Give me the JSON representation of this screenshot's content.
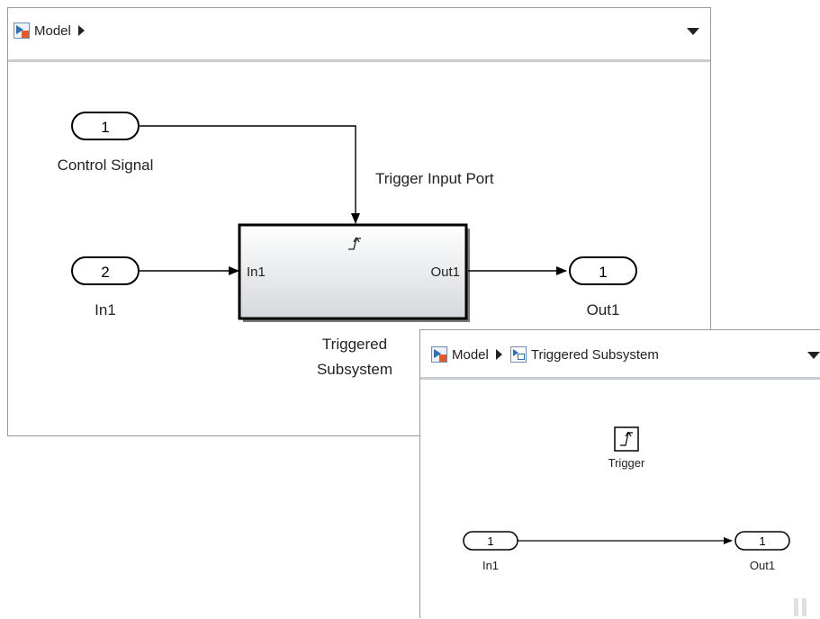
{
  "main_window": {
    "breadcrumb": {
      "model_label": "Model"
    },
    "blocks": {
      "control_signal": {
        "port_number": "1",
        "label": "Control Signal"
      },
      "in1": {
        "port_number": "2",
        "label": "In1"
      },
      "out1": {
        "port_number": "1",
        "label": "Out1"
      },
      "subsystem": {
        "in_port_label": "In1",
        "out_port_label": "Out1",
        "name_line1": "Triggered",
        "name_line2": "Subsystem"
      }
    },
    "signal_labels": {
      "trigger": "Trigger Input Port"
    }
  },
  "subsystem_window": {
    "breadcrumb": {
      "model_label": "Model",
      "subsystem_label": "Triggered Subsystem"
    },
    "blocks": {
      "trigger": {
        "label": "Trigger"
      },
      "in1": {
        "port_number": "1",
        "label": "In1"
      },
      "out1": {
        "port_number": "1",
        "label": "Out1"
      }
    }
  },
  "colors": {
    "model_icon_accent": "#e25b23",
    "subsystem_fill_top": "#ffffff",
    "subsystem_fill_bottom": "#d5d8dc",
    "toolbar_border": "#c9cdd2"
  },
  "icons": [
    "model-icon",
    "breadcrumb-arrow-icon",
    "dropdown-icon",
    "subsystem-icon",
    "trigger-icon"
  ]
}
